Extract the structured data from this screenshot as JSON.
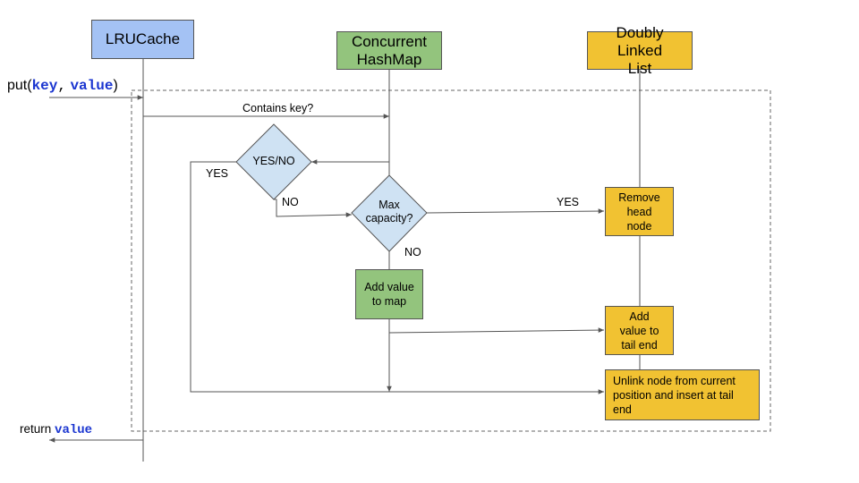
{
  "lifelines": {
    "lru_cache": "LRUCache",
    "concurrent_hashmap": "Concurrent HashMap",
    "doubly_linked_list": "Doubly Linked List"
  },
  "call": {
    "put_prefix": "put(",
    "put_key": "key",
    "put_sep": ",",
    "put_value": "value",
    "put_suffix": ")",
    "return_prefix": "return",
    "return_value": "value"
  },
  "messages": {
    "contains_key": "Contains key?"
  },
  "decisions": {
    "yes_no": "YES/NO",
    "max_capacity": "Max capacity?"
  },
  "branch_labels": {
    "yes_left": "YES",
    "no_from_yesno": "NO",
    "yes_capacity": "YES",
    "no_capacity": "NO"
  },
  "actions": {
    "add_value_to_map": "Add value to map",
    "remove_head_node": "Remove head node",
    "add_value_to_tail_end": "Add value to tail end",
    "unlink_node": "Unlink node from current position and insert at tail end"
  },
  "colors": {
    "lru_header": "#a4c2f4",
    "map_header": "#93c47d",
    "list_header": "#f1c232",
    "decision_fill": "#cfe2f3",
    "keyword": "#1a35d0"
  }
}
